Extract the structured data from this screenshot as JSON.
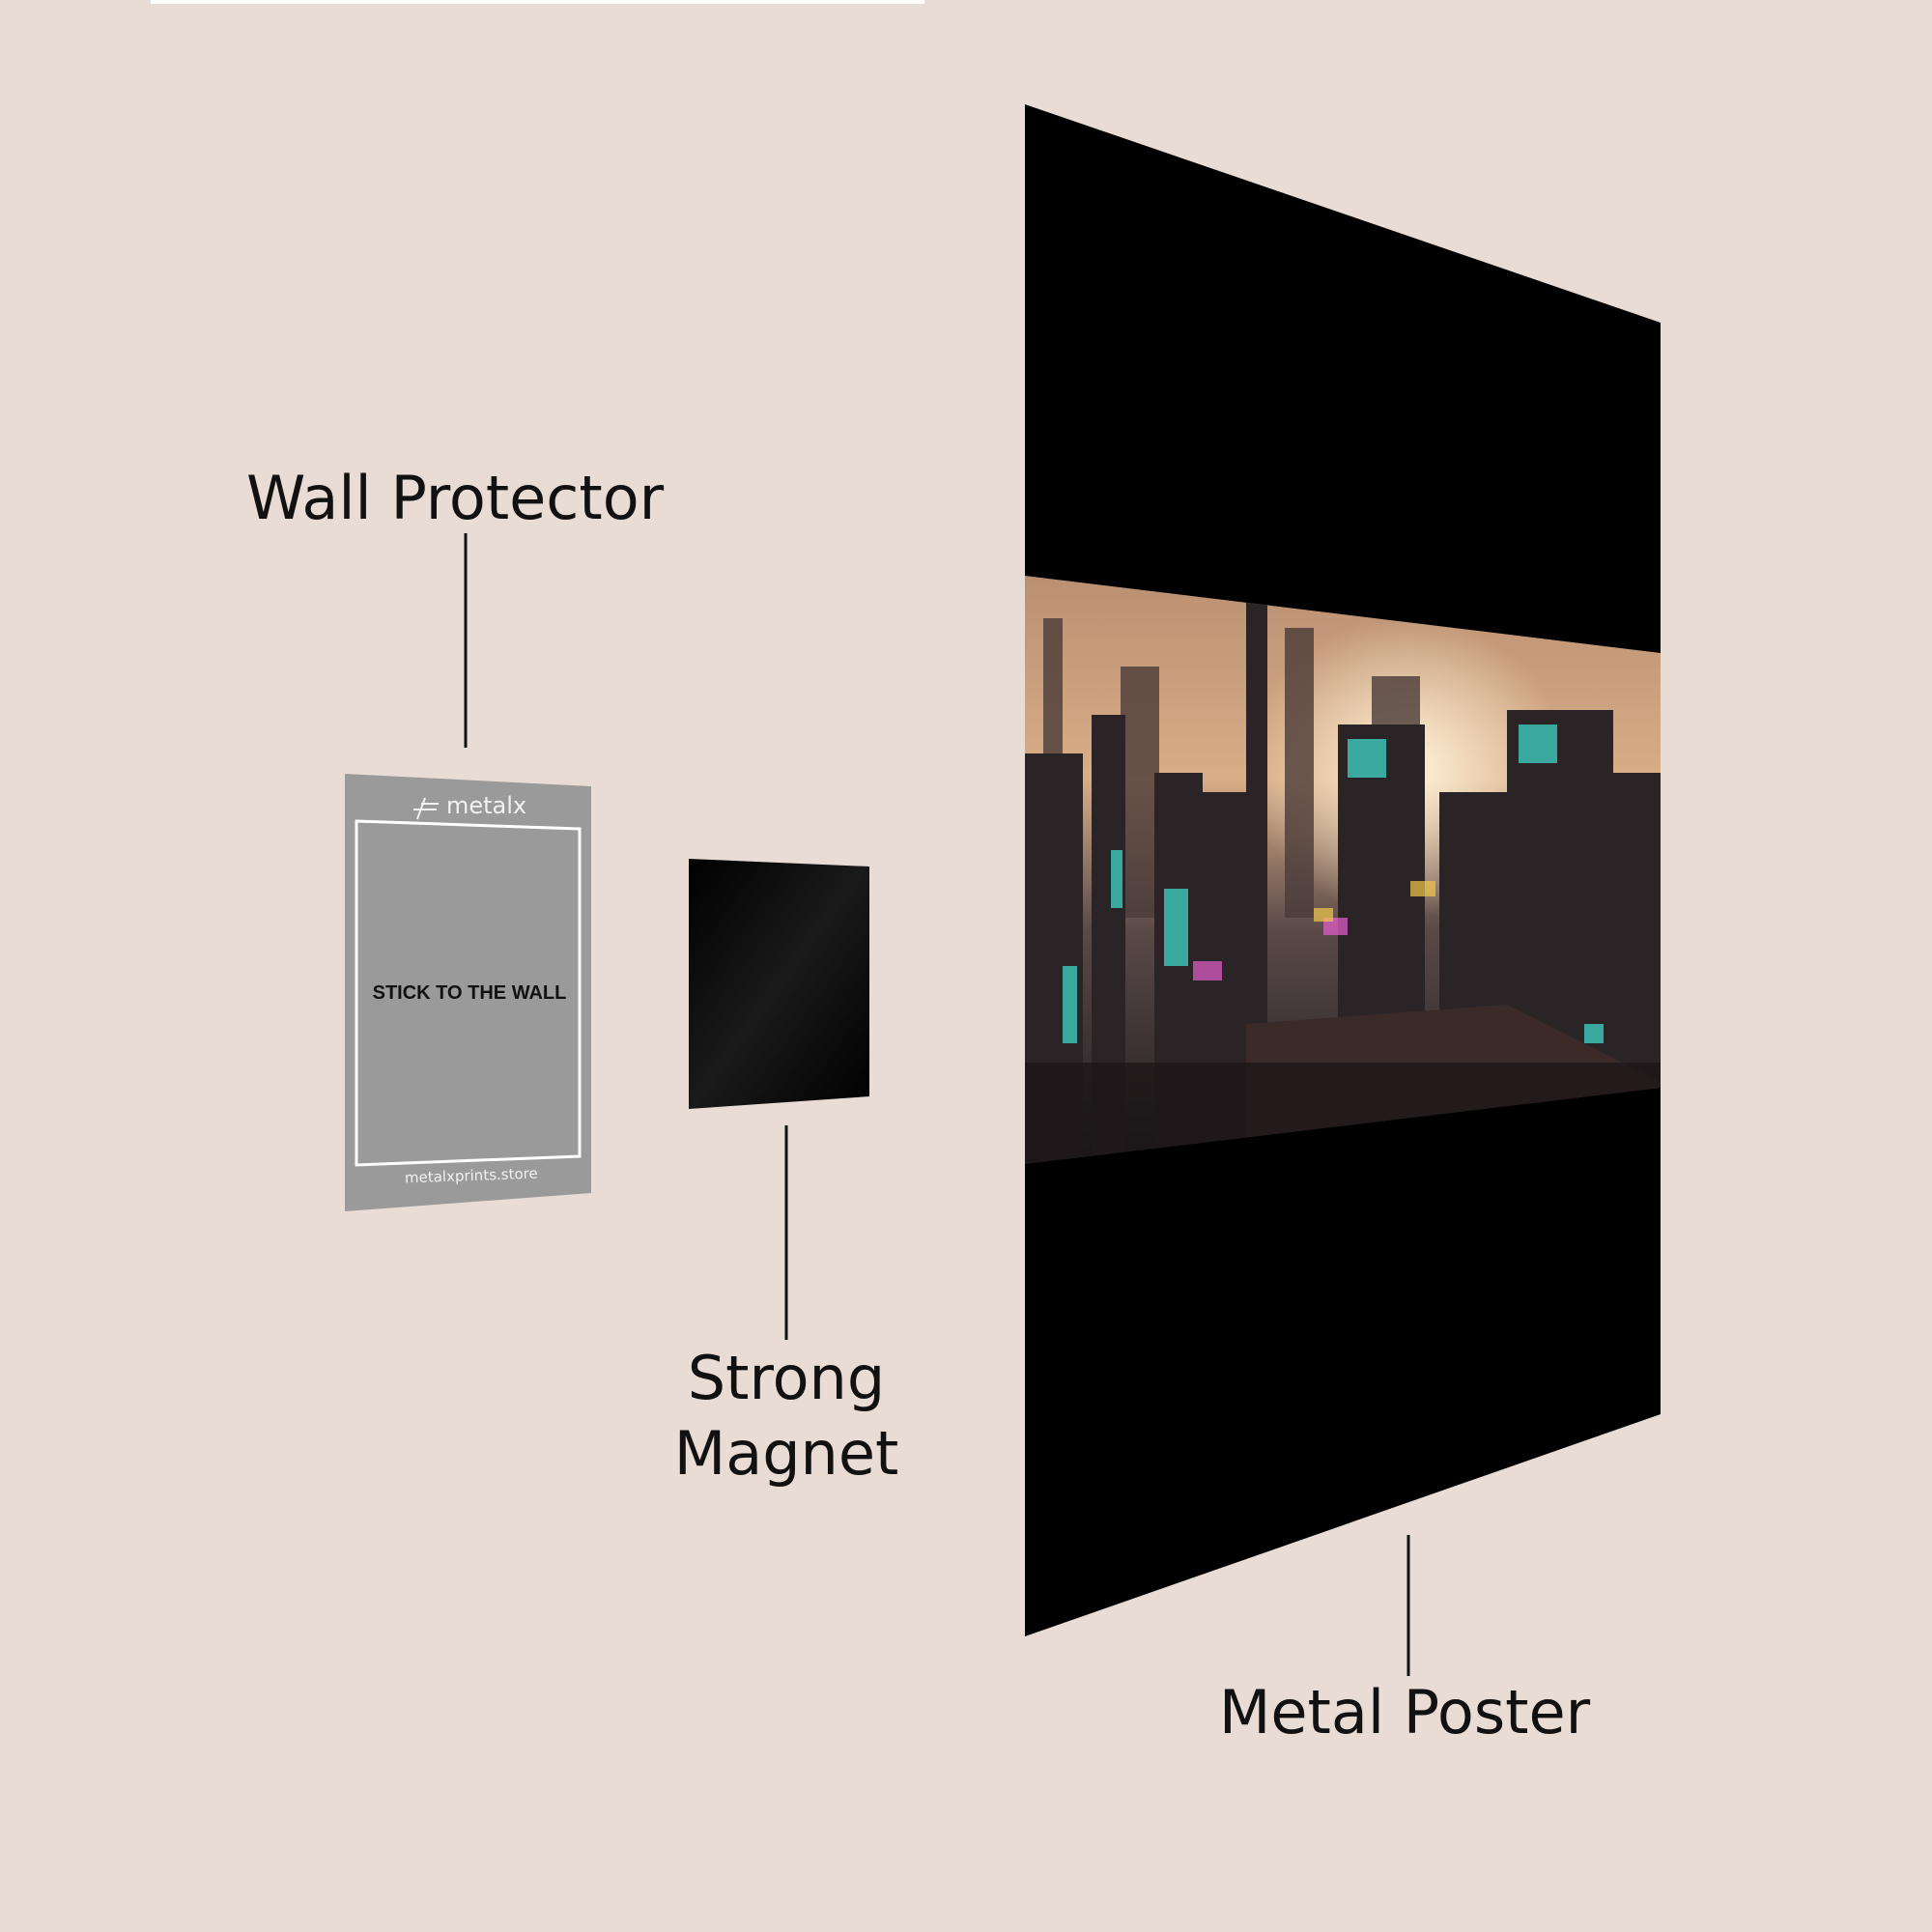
{
  "labels": {
    "wall_protector": "Wall Protector",
    "strong_magnet_line1": "Strong",
    "strong_magnet_line2": "Magnet",
    "metal_poster": "Metal Poster"
  },
  "wall_protector_card": {
    "brand_logo": "metalx",
    "instruction": "STICK TO THE WALL",
    "website": "metalxprints.store"
  },
  "colors": {
    "background": "#e8dcd4",
    "protector": "#9a9a9a",
    "magnet": "#050505",
    "poster": "#000000",
    "accent_teal": "#3fd6c8",
    "sky_glow": "#e8b98a"
  }
}
